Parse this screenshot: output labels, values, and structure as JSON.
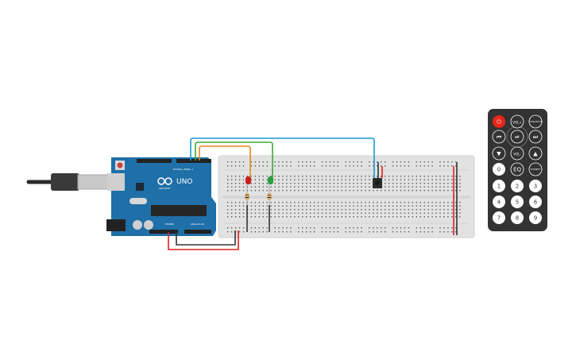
{
  "arduino": {
    "model_label": "UNO",
    "brand_label": "ARDUINO",
    "digital_label": "DIGITAL (PWM~)",
    "power_label": "POWER",
    "analog_label": "ANALOG IN",
    "board_color": "#1f6fa8"
  },
  "wires": {
    "blue": "#1a9ad0",
    "green": "#3aa83a",
    "orange": "#e6891f",
    "red": "#e02020",
    "black": "#333333"
  },
  "leds": [
    {
      "color": "#c82020"
    },
    {
      "color": "#2aa040"
    }
  ],
  "remote": {
    "buttons": [
      {
        "label": "⏻",
        "name": "power",
        "accent": true
      },
      {
        "label": "VOL+",
        "name": "vol-up"
      },
      {
        "label": "FUNC/STOP",
        "name": "func-stop"
      },
      {
        "label": "⏮",
        "name": "previous"
      },
      {
        "label": "⏯",
        "name": "play-pause"
      },
      {
        "label": "⏭",
        "name": "next"
      },
      {
        "label": "▼",
        "name": "down"
      },
      {
        "label": "VOL-",
        "name": "vol-down"
      },
      {
        "label": "▲",
        "name": "up"
      },
      {
        "label": "0",
        "name": "digit-0"
      },
      {
        "label": "EQ",
        "name": "eq"
      },
      {
        "label": "ST/REPT",
        "name": "st-rept"
      },
      {
        "label": "1",
        "name": "digit-1"
      },
      {
        "label": "2",
        "name": "digit-2"
      },
      {
        "label": "3",
        "name": "digit-3"
      },
      {
        "label": "4",
        "name": "digit-4"
      },
      {
        "label": "5",
        "name": "digit-5"
      },
      {
        "label": "6",
        "name": "digit-6"
      },
      {
        "label": "7",
        "name": "digit-7"
      },
      {
        "label": "8",
        "name": "digit-8"
      },
      {
        "label": "9",
        "name": "digit-9"
      }
    ],
    "accent_color": "#e8261c"
  }
}
